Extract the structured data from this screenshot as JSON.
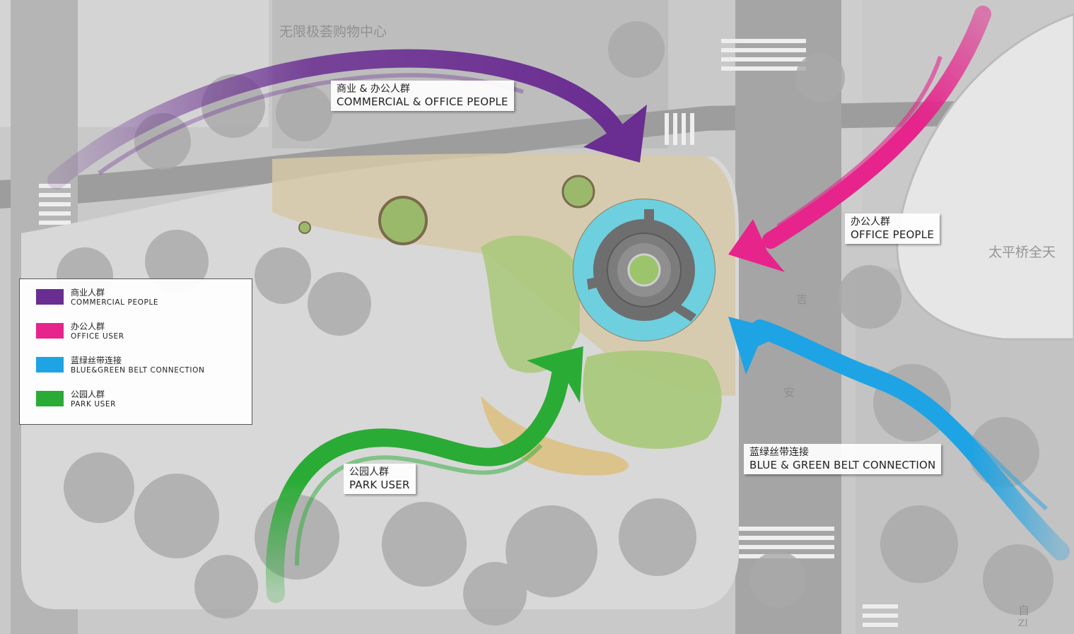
{
  "colors": {
    "commercial": "#6a2d91",
    "office": "#e6248c",
    "blue_green": "#1ea3e4",
    "park": "#2aab35",
    "fountain_water": "#6ecfdf",
    "lawn": "#a9c97a",
    "paving": "#d6c9a8"
  },
  "map_text": {
    "shopping_center": "无限极荟购物中心",
    "taipingqiao": "太平桥全天",
    "road_char_1": "吉",
    "road_char_2": "安",
    "road_char_3": "自",
    "road_char_4": "ZI"
  },
  "flows": {
    "commercial": {
      "zh": "商业 & 办公人群",
      "en": "COMMERCIAL & OFFICE PEOPLE"
    },
    "office": {
      "zh": "办公人群",
      "en": "OFFICE PEOPLE"
    },
    "blue_green": {
      "zh": "蓝绿丝带连接",
      "en": "BLUE & GREEN BELT CONNECTION"
    },
    "park": {
      "zh": "公园人群",
      "en": "PARK USER"
    }
  },
  "legend": {
    "items": [
      {
        "zh": "商业人群",
        "en": "COMMERCIAL PEOPLE",
        "color": "#6a2d91"
      },
      {
        "zh": "办公人群",
        "en": "OFFICE USER",
        "color": "#e6248c"
      },
      {
        "zh": "蓝绿丝带连接",
        "en": "BLUE&GREEN BELT CONNECTION",
        "color": "#1ea3e4"
      },
      {
        "zh": "公园人群",
        "en": "PARK USER",
        "color": "#2aab35"
      }
    ]
  }
}
